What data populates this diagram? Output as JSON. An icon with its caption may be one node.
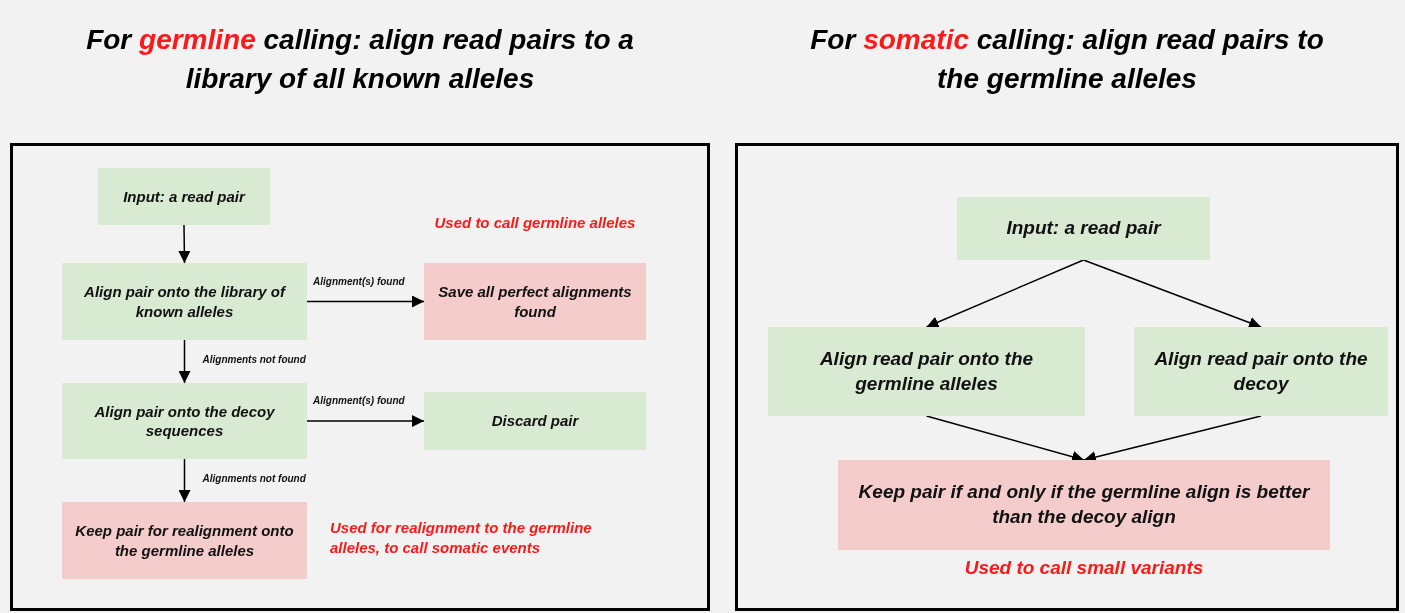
{
  "diagram": {
    "nodes": [
      {
        "text": [
          "For **germline** calling: align read pairs to a library of all known alleles"
        ]
      },
      {
        "text": [
          "Input: a read pair"
        ],
        "in": 0
      },
      {
        "text": [
          "Align pair onto the library of known alleles"
        ],
        "in": 0
      },
      {
        "text": [
          "Save all perfect alignments found"
        ],
        "in": 0,
        "beside": [
          "Used to call germline alleles"
        ]
      },
      {
        "text": [
          "Align pair onto the decoy sequences"
        ],
        "in": 0
      },
      {
        "text": [
          "Discard pair"
        ],
        "in": 0
      },
      {
        "text": [
          "Keep pair for realignment onto the germline alleles"
        ],
        "in": 0,
        "beside": [
          "Used for realignment to the germline alleles, to call somatic events"
        ]
      },
      {
        "text": [
          "For **somatic** calling: align read pairs to the germline alleles"
        ]
      },
      {
        "text": [
          "Input: a read pair"
        ],
        "in": 7
      },
      {
        "text": [
          "Align read pair onto the germline alleles"
        ],
        "in": 7
      },
      {
        "text": [
          "Align read pair onto the decoy"
        ],
        "in": 7
      },
      {
        "text": [
          "Keep pair if and only if the germline align is better than the decoy align"
        ],
        "in": 7,
        "beside": [
          "Used to call small variants"
        ]
      }
    ],
    "edges": [
      {
        "from": 1,
        "to": 2,
        "arrow": "to"
      },
      {
        "from": 2,
        "to": 3,
        "arrow": "to",
        "label": "Alignment(s) found"
      },
      {
        "from": 2,
        "to": 4,
        "arrow": "to",
        "label": "Alignments not found"
      },
      {
        "from": 4,
        "to": 5,
        "arrow": "to",
        "label": "Alignment(s) found"
      },
      {
        "from": 4,
        "to": 6,
        "arrow": "to",
        "label": "Alignments not found"
      },
      {
        "from": 8,
        "to": 9,
        "arrow": "to"
      },
      {
        "from": 8,
        "to": 10,
        "arrow": "to"
      },
      {
        "from": 9,
        "to": 11,
        "arrow": "to"
      },
      {
        "from": 10,
        "to": 11,
        "arrow": "to"
      }
    ]
  }
}
